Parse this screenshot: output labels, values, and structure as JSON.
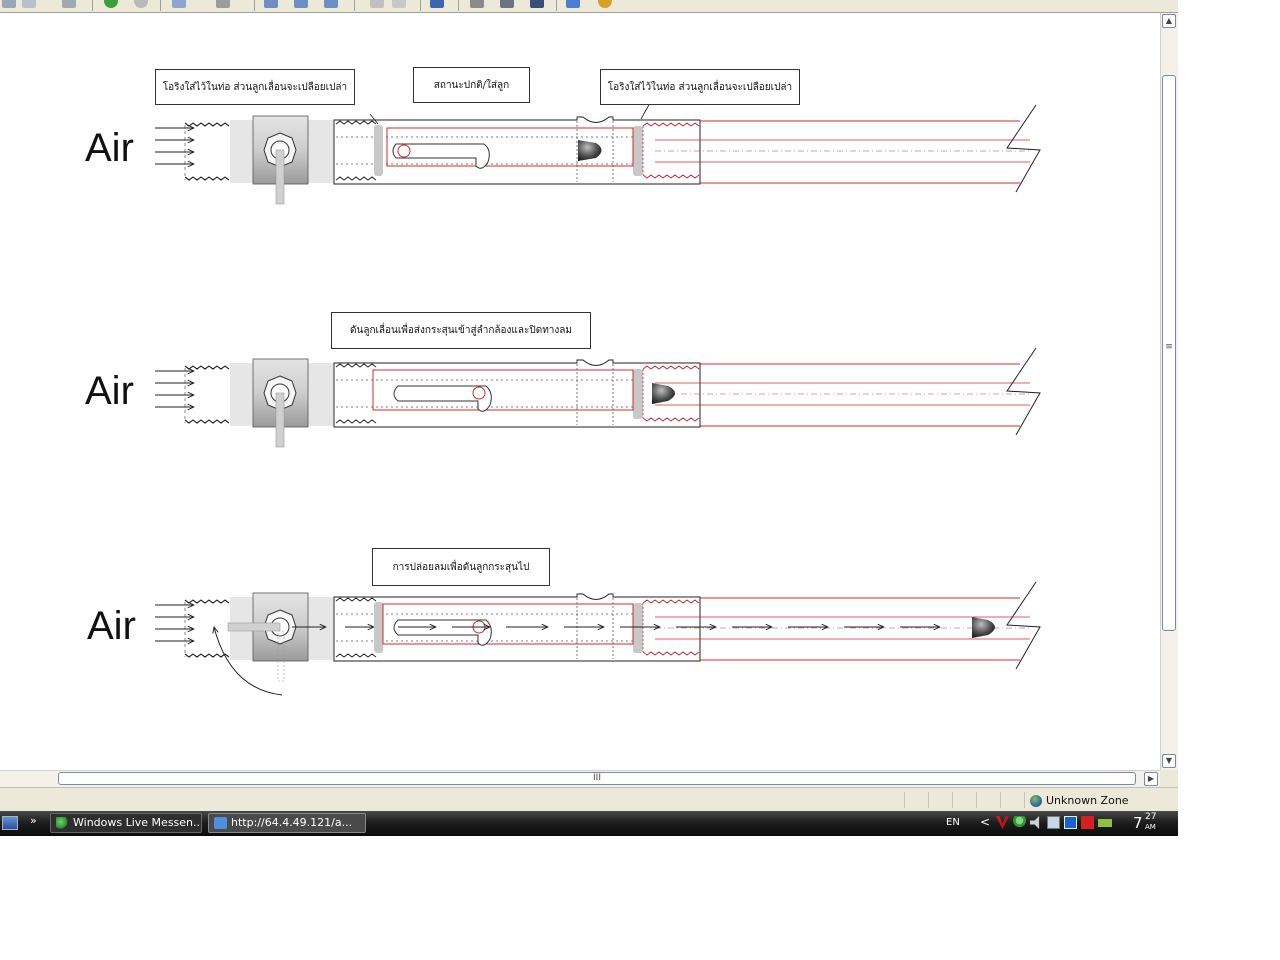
{
  "diagram": {
    "air_label": "Air",
    "stages": [
      {
        "callouts": [
          "โอริงใส่ไว้ในท่อ ส่วนลูกเลื่อนจะเปลือยเปล่า",
          "สถานะปกติ/ใส่ลูก",
          "โอริงใส่ไว้ในท่อ ส่วนลูกเลื่อนจะเปลือยเปล่า"
        ]
      },
      {
        "callouts": [
          "ดันลูกเลื่อนเพื่อส่งกระสุนเข้าสู่ลำกล้องและปิดทางลม"
        ]
      },
      {
        "callouts": [
          "การปล่อยลมเพื่อดันลูกกระสุนไป"
        ]
      }
    ]
  },
  "scrollbar": {
    "h_grip": "III",
    "v_grip": "≡"
  },
  "status_bar": {
    "zone": "Unknown Zone"
  },
  "taskbar": {
    "chevron": "»",
    "tasks": [
      {
        "label": "Windows Live Messen..."
      },
      {
        "label": "http://64.4.49.121/a..."
      }
    ],
    "language": "EN",
    "tray_chevron": "<",
    "clock": {
      "hour": "7",
      "minute": "27",
      "ampm": "AM"
    }
  },
  "colors": {
    "accent_red": "#d42a2a",
    "taskbar": "#1e1e1e",
    "chrome": "#ece9d8"
  }
}
